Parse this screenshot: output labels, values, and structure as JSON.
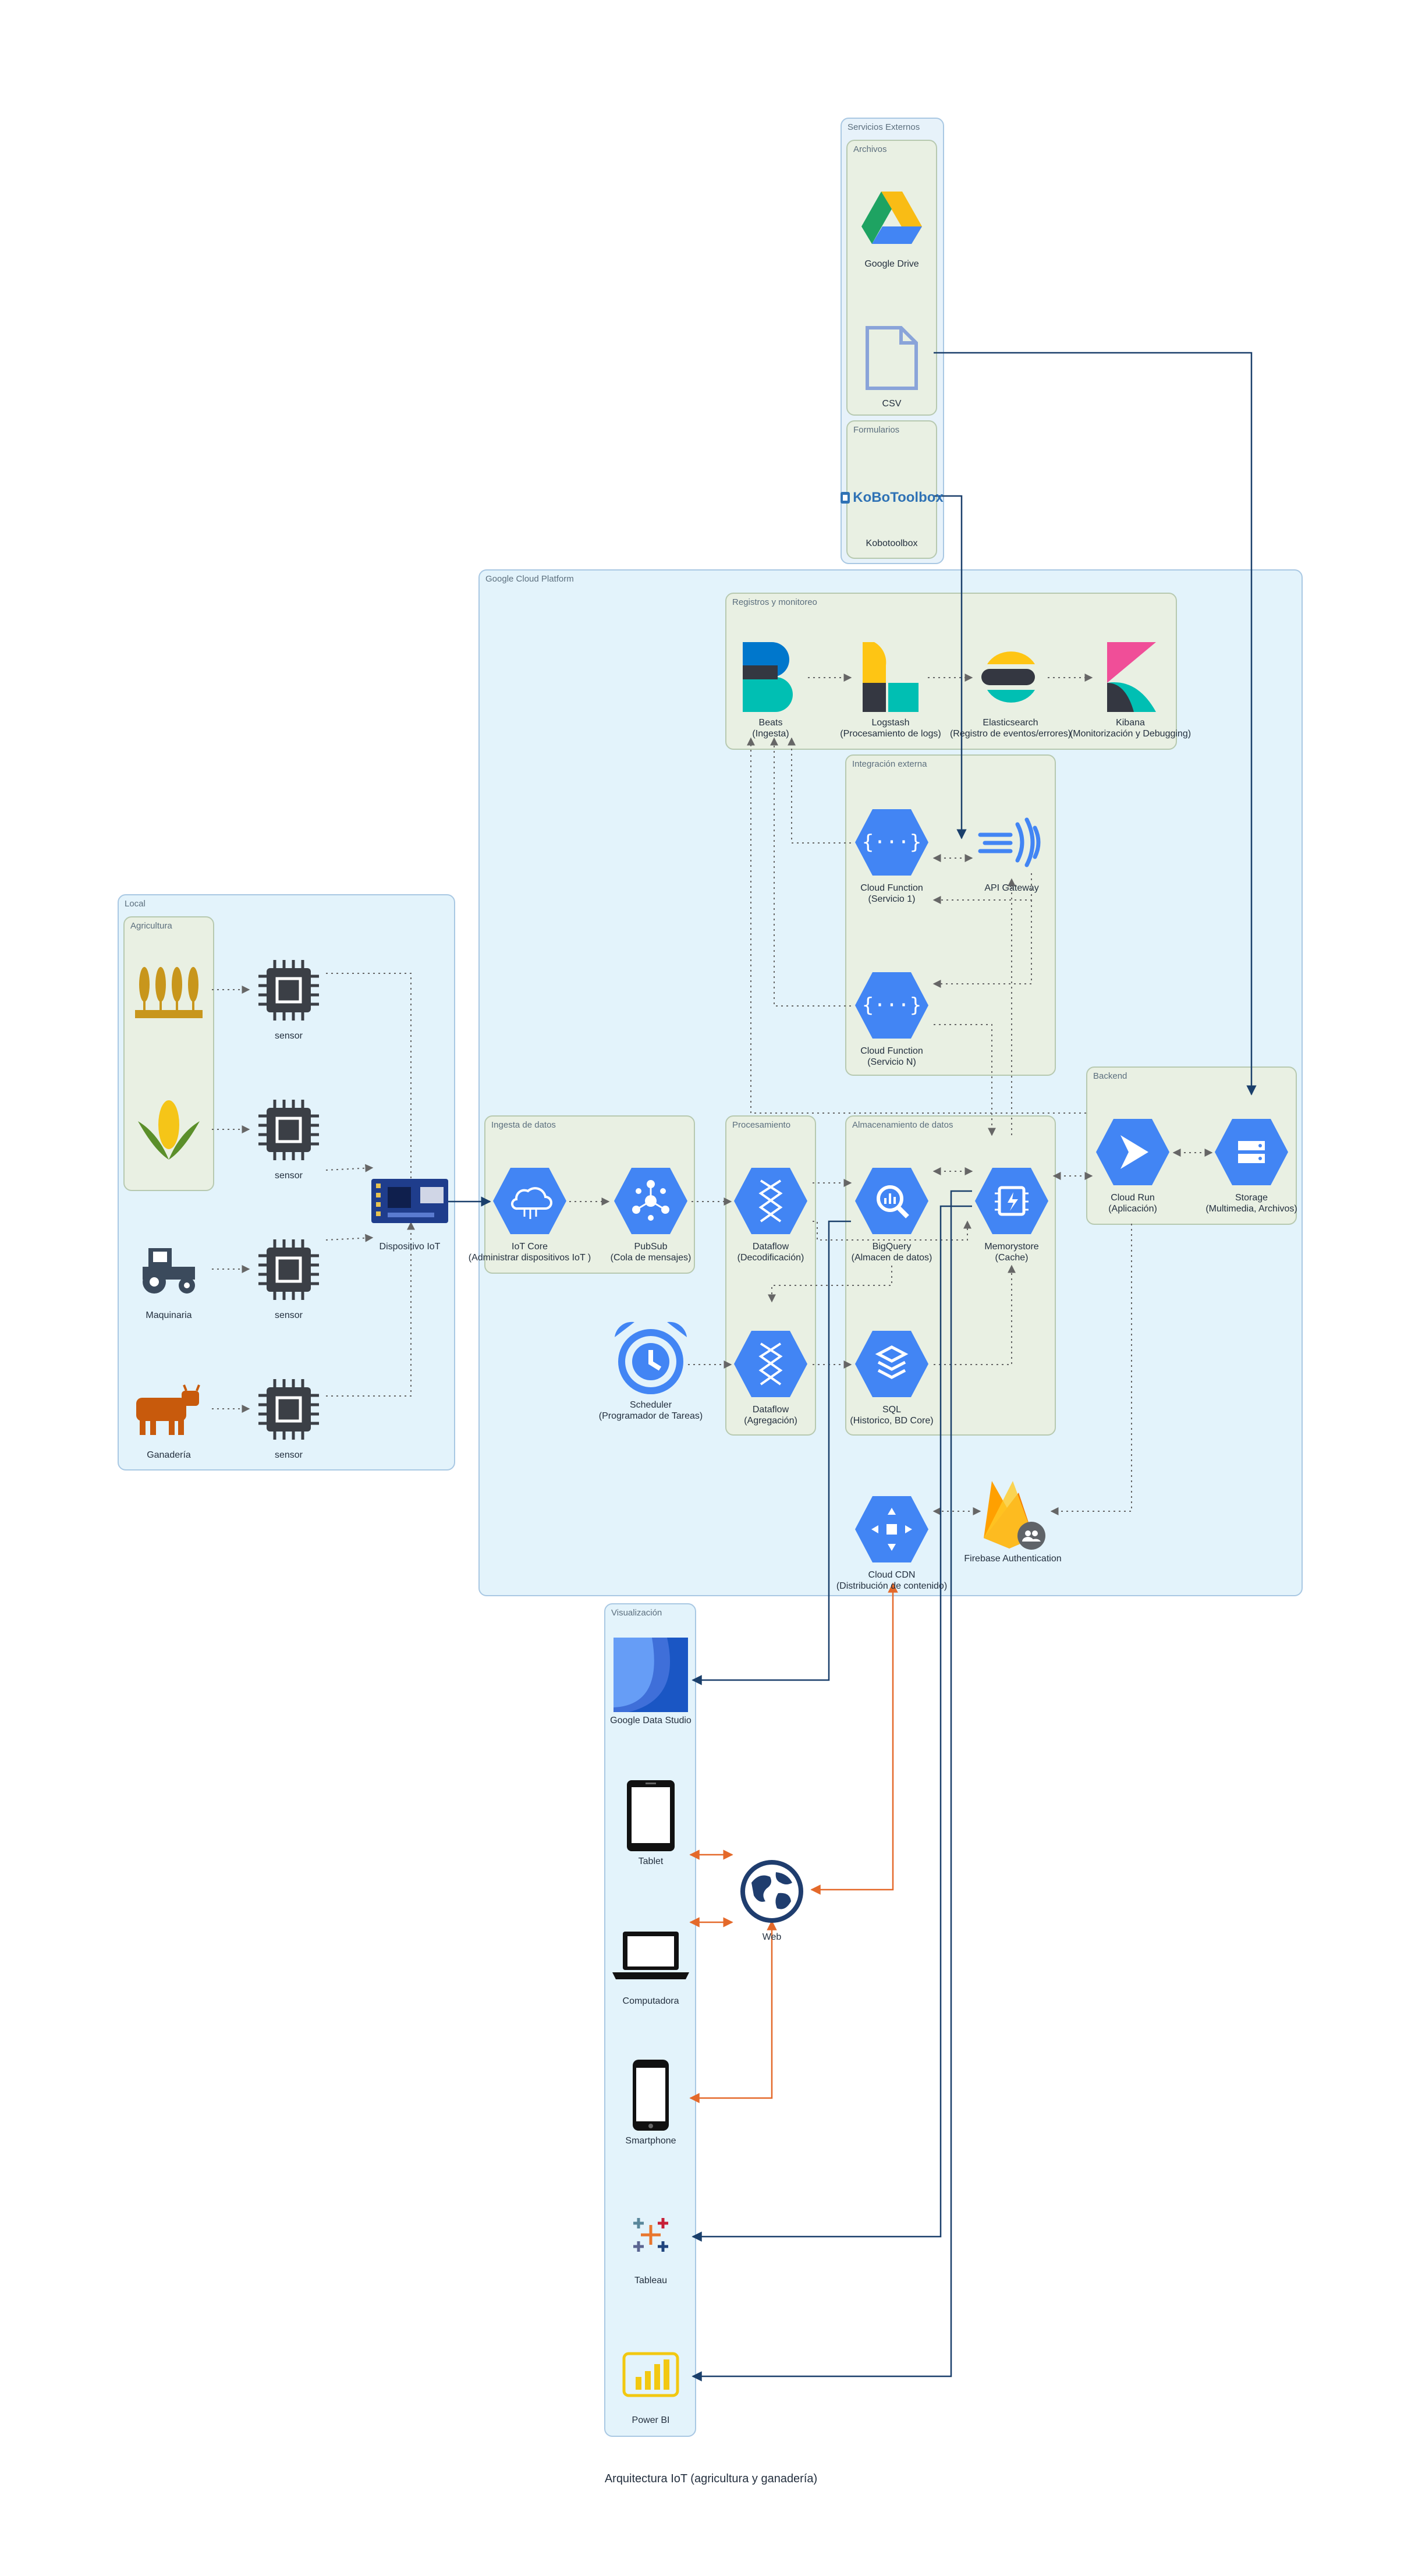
{
  "title": "Arquitectura IoT (agricultura y ganadería)",
  "groups": {
    "externos": "Servicios Externos",
    "archivos": "Archivos",
    "formularios": "Formularios",
    "gcp": "Google Cloud Platform",
    "registros": "Registros y monitoreo",
    "integracion": "Integración externa",
    "local": "Local",
    "agricultura": "Agricultura",
    "ingesta": "Ingesta de datos",
    "procesamiento": "Procesamiento",
    "almacenamiento": "Almacenamiento de datos",
    "backend": "Backend",
    "visualizacion": "Visualización"
  },
  "nodes": {
    "gdrive": "Google Drive",
    "csv": "CSV",
    "kobo": "Kobotoolbox",
    "kobo_logo": "KoBoToolbox",
    "beats": "Beats\n(Ingesta)",
    "logstash": "Logstash\n(Procesamiento de logs)",
    "elasticsearch": "Elasticsearch\n(Registro de eventos/errores)",
    "kibana": "Kibana\n(Monitorización y Debugging)",
    "cf1": "Cloud Function\n(Servicio 1)",
    "apigw": "API Gateway",
    "cfn": "Cloud Function\n(Servicio N)",
    "wheat": "",
    "sensor1": "sensor",
    "corn": "",
    "sensor2": "sensor",
    "tractor": "Maquinaria",
    "sensor3": "sensor",
    "cow": "Ganadería",
    "sensor4": "sensor",
    "device": "Dispositivo IoT",
    "iotcore": "IoT Core\n(Administrar dispositivos IoT )",
    "pubsub": "PubSub\n(Cola de mensajes)",
    "dataflow1": "Dataflow\n(Decodificación)",
    "dataflow2": "Dataflow\n(Agregación)",
    "scheduler": "Scheduler\n(Programador de Tareas)",
    "bigquery": "BigQuery\n(Almacen de datos)",
    "memorystore": "Memorystore\n(Cache)",
    "sql": "SQL\n(Historico, BD Core)",
    "cloudrun": "Cloud Run\n(Aplicación)",
    "storage": "Storage\n(Multimedia, Archivos)",
    "cdn": "Cloud CDN\n(Distribución de contenido)",
    "firebase": "Firebase Authentication",
    "datastudio": "Google Data Studio",
    "tablet": "Tablet",
    "computadora": "Computadora",
    "smartphone": "Smartphone",
    "tableau": "Tableau",
    "powerbi": "Power BI",
    "web": "Web"
  },
  "colors": {
    "gcp_blue": "#4285f4",
    "edge_dark": "#1a3f6b",
    "edge_orange": "#e4692a",
    "edge_dotted": "#666666",
    "group_fill": "#e3f3fb",
    "subgroup_fill": "#e9f0e3"
  }
}
